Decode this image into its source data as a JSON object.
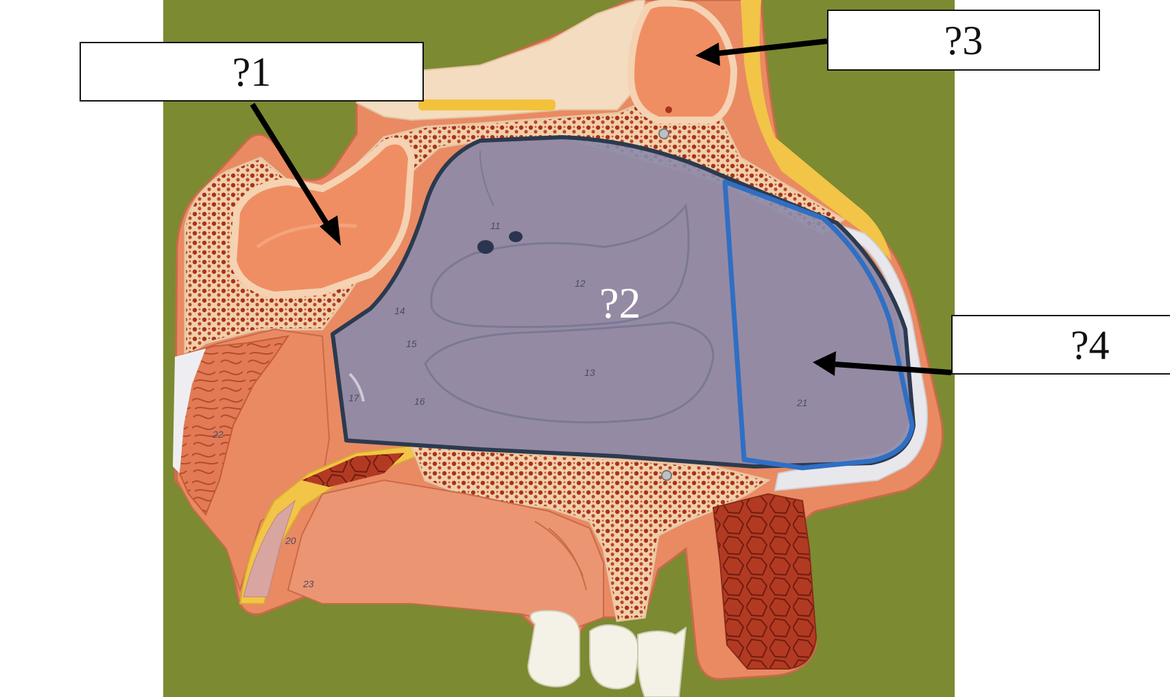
{
  "labels": {
    "q1": "?1",
    "q2": "?2",
    "q3": "?3",
    "q4": "?4"
  },
  "model_numbers": {
    "n11": "11",
    "n12": "12",
    "n13": "13",
    "n14": "14",
    "n15": "15",
    "n16": "16",
    "n17": "17",
    "n20": "20",
    "n21": "21",
    "n22": "22",
    "n23": "23"
  },
  "colors": {
    "background_green": "#7c8a32",
    "highlight_fill": "#8c8aaa",
    "highlight_outline": "#2b3a4f",
    "vestibule_outline": "#2f6fc4",
    "sinus_orange": "#e88c68",
    "bone_red": "#b8462e",
    "cartilage_white": "#e8e8ec"
  }
}
